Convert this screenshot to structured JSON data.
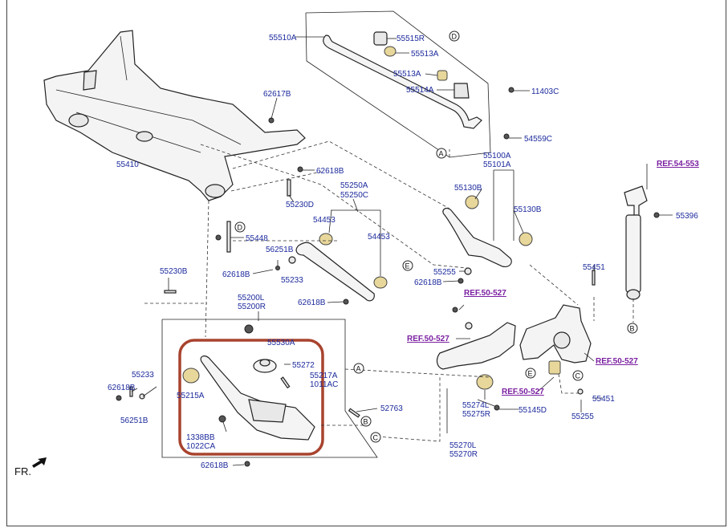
{
  "colors": {
    "part_number": "#1c2a9c",
    "reference": "#7a1fa0",
    "highlight": "#a8432e"
  },
  "labels": {
    "p55510A": "55510A",
    "p55515R": "55515R",
    "p55513A_top": "55513A",
    "p55513A_mid": "55513A",
    "p55514A": "55514A",
    "p11403C": "11403C",
    "p54559C": "54559C",
    "p62617B": "62617B",
    "p55410": "55410",
    "p62618B_a": "62618B",
    "p55230D": "55230D",
    "p55448": "55448",
    "p55250A": "55250A",
    "p55250C": "55250C",
    "p54453_a": "54453",
    "p54453_b": "54453",
    "p56251B_a": "56251B",
    "p62618B_b": "62618B",
    "p55233_a": "55233",
    "p62618B_c": "62618B",
    "p55230B": "55230B",
    "p55200L": "55200L",
    "p55200R": "55200R",
    "p55530A": "55530A",
    "p55272": "55272",
    "p55217A": "55217A",
    "p1011AC": "1011AC",
    "p55215A": "55215A",
    "p55233_b": "55233",
    "p62618B_d": "62618B",
    "p56251B_b": "56251B",
    "p52763": "52763",
    "p1338BB": "1338BB",
    "p1022CA": "1022CA",
    "p62618B_e": "62618B",
    "p55100A": "55100A",
    "p55101A": "55101A",
    "p55130B_a": "55130B",
    "p55130B_b": "55130B",
    "p55255_a": "55255",
    "p62618B_f": "62618B",
    "p55451_a": "55451",
    "p55396": "55396",
    "p55274L": "55274L",
    "p55275R": "55275R",
    "p55145D": "55145D",
    "p55270L": "55270L",
    "p55270R": "55270R",
    "p55255_b": "55255",
    "p55451_b": "55451"
  },
  "references": {
    "r54553": "REF.54-553",
    "r50527_a": "REF.50-527",
    "r50527_b": "REF.50-527",
    "r50527_c": "REF.50-527",
    "r50527_d": "REF.50-527"
  },
  "callouts": {
    "A": "A",
    "B": "B",
    "C": "C",
    "D": "D",
    "E": "E"
  },
  "front_marker": "FR."
}
